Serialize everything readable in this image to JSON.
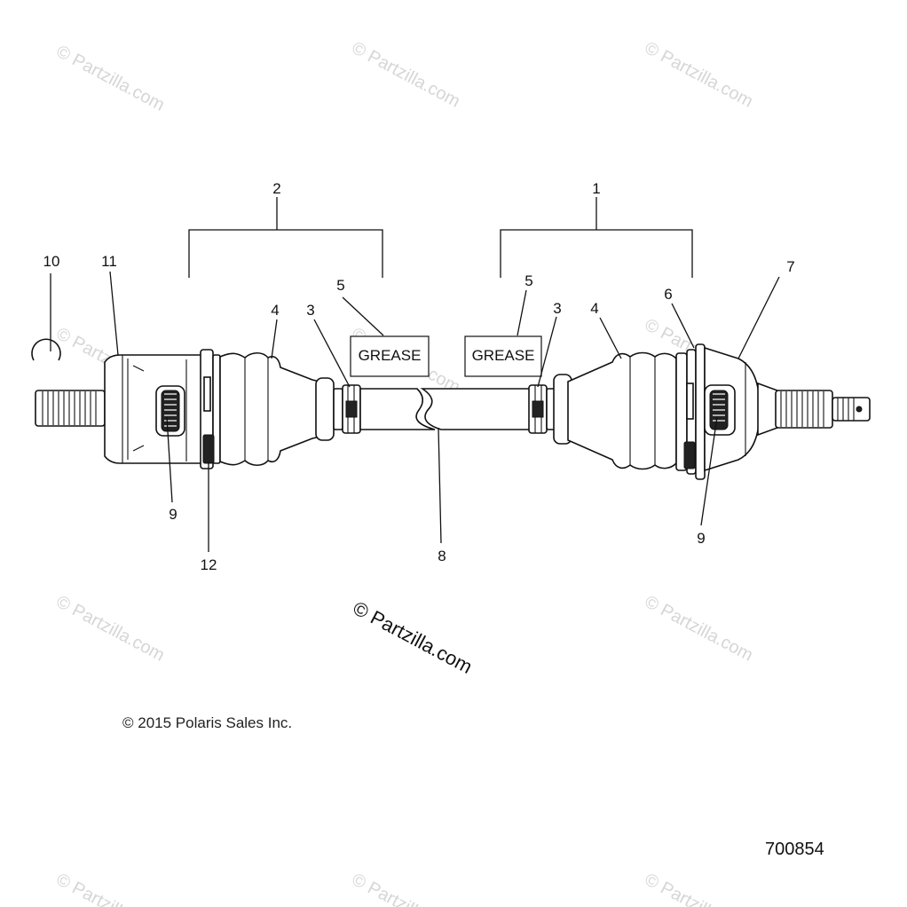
{
  "watermark": "© Partzilla.com",
  "copyright": "© 2015 Polaris Sales Inc.",
  "drawing_number": "700854",
  "grease_label": "GREASE",
  "callouts": {
    "c1": "1",
    "c2": "2",
    "c3a": "3",
    "c3b": "3",
    "c4a": "4",
    "c4b": "4",
    "c5a": "5",
    "c5b": "5",
    "c6": "6",
    "c7": "7",
    "c8": "8",
    "c9a": "9",
    "c9b": "9",
    "c10": "10",
    "c11": "11",
    "c12": "12"
  }
}
